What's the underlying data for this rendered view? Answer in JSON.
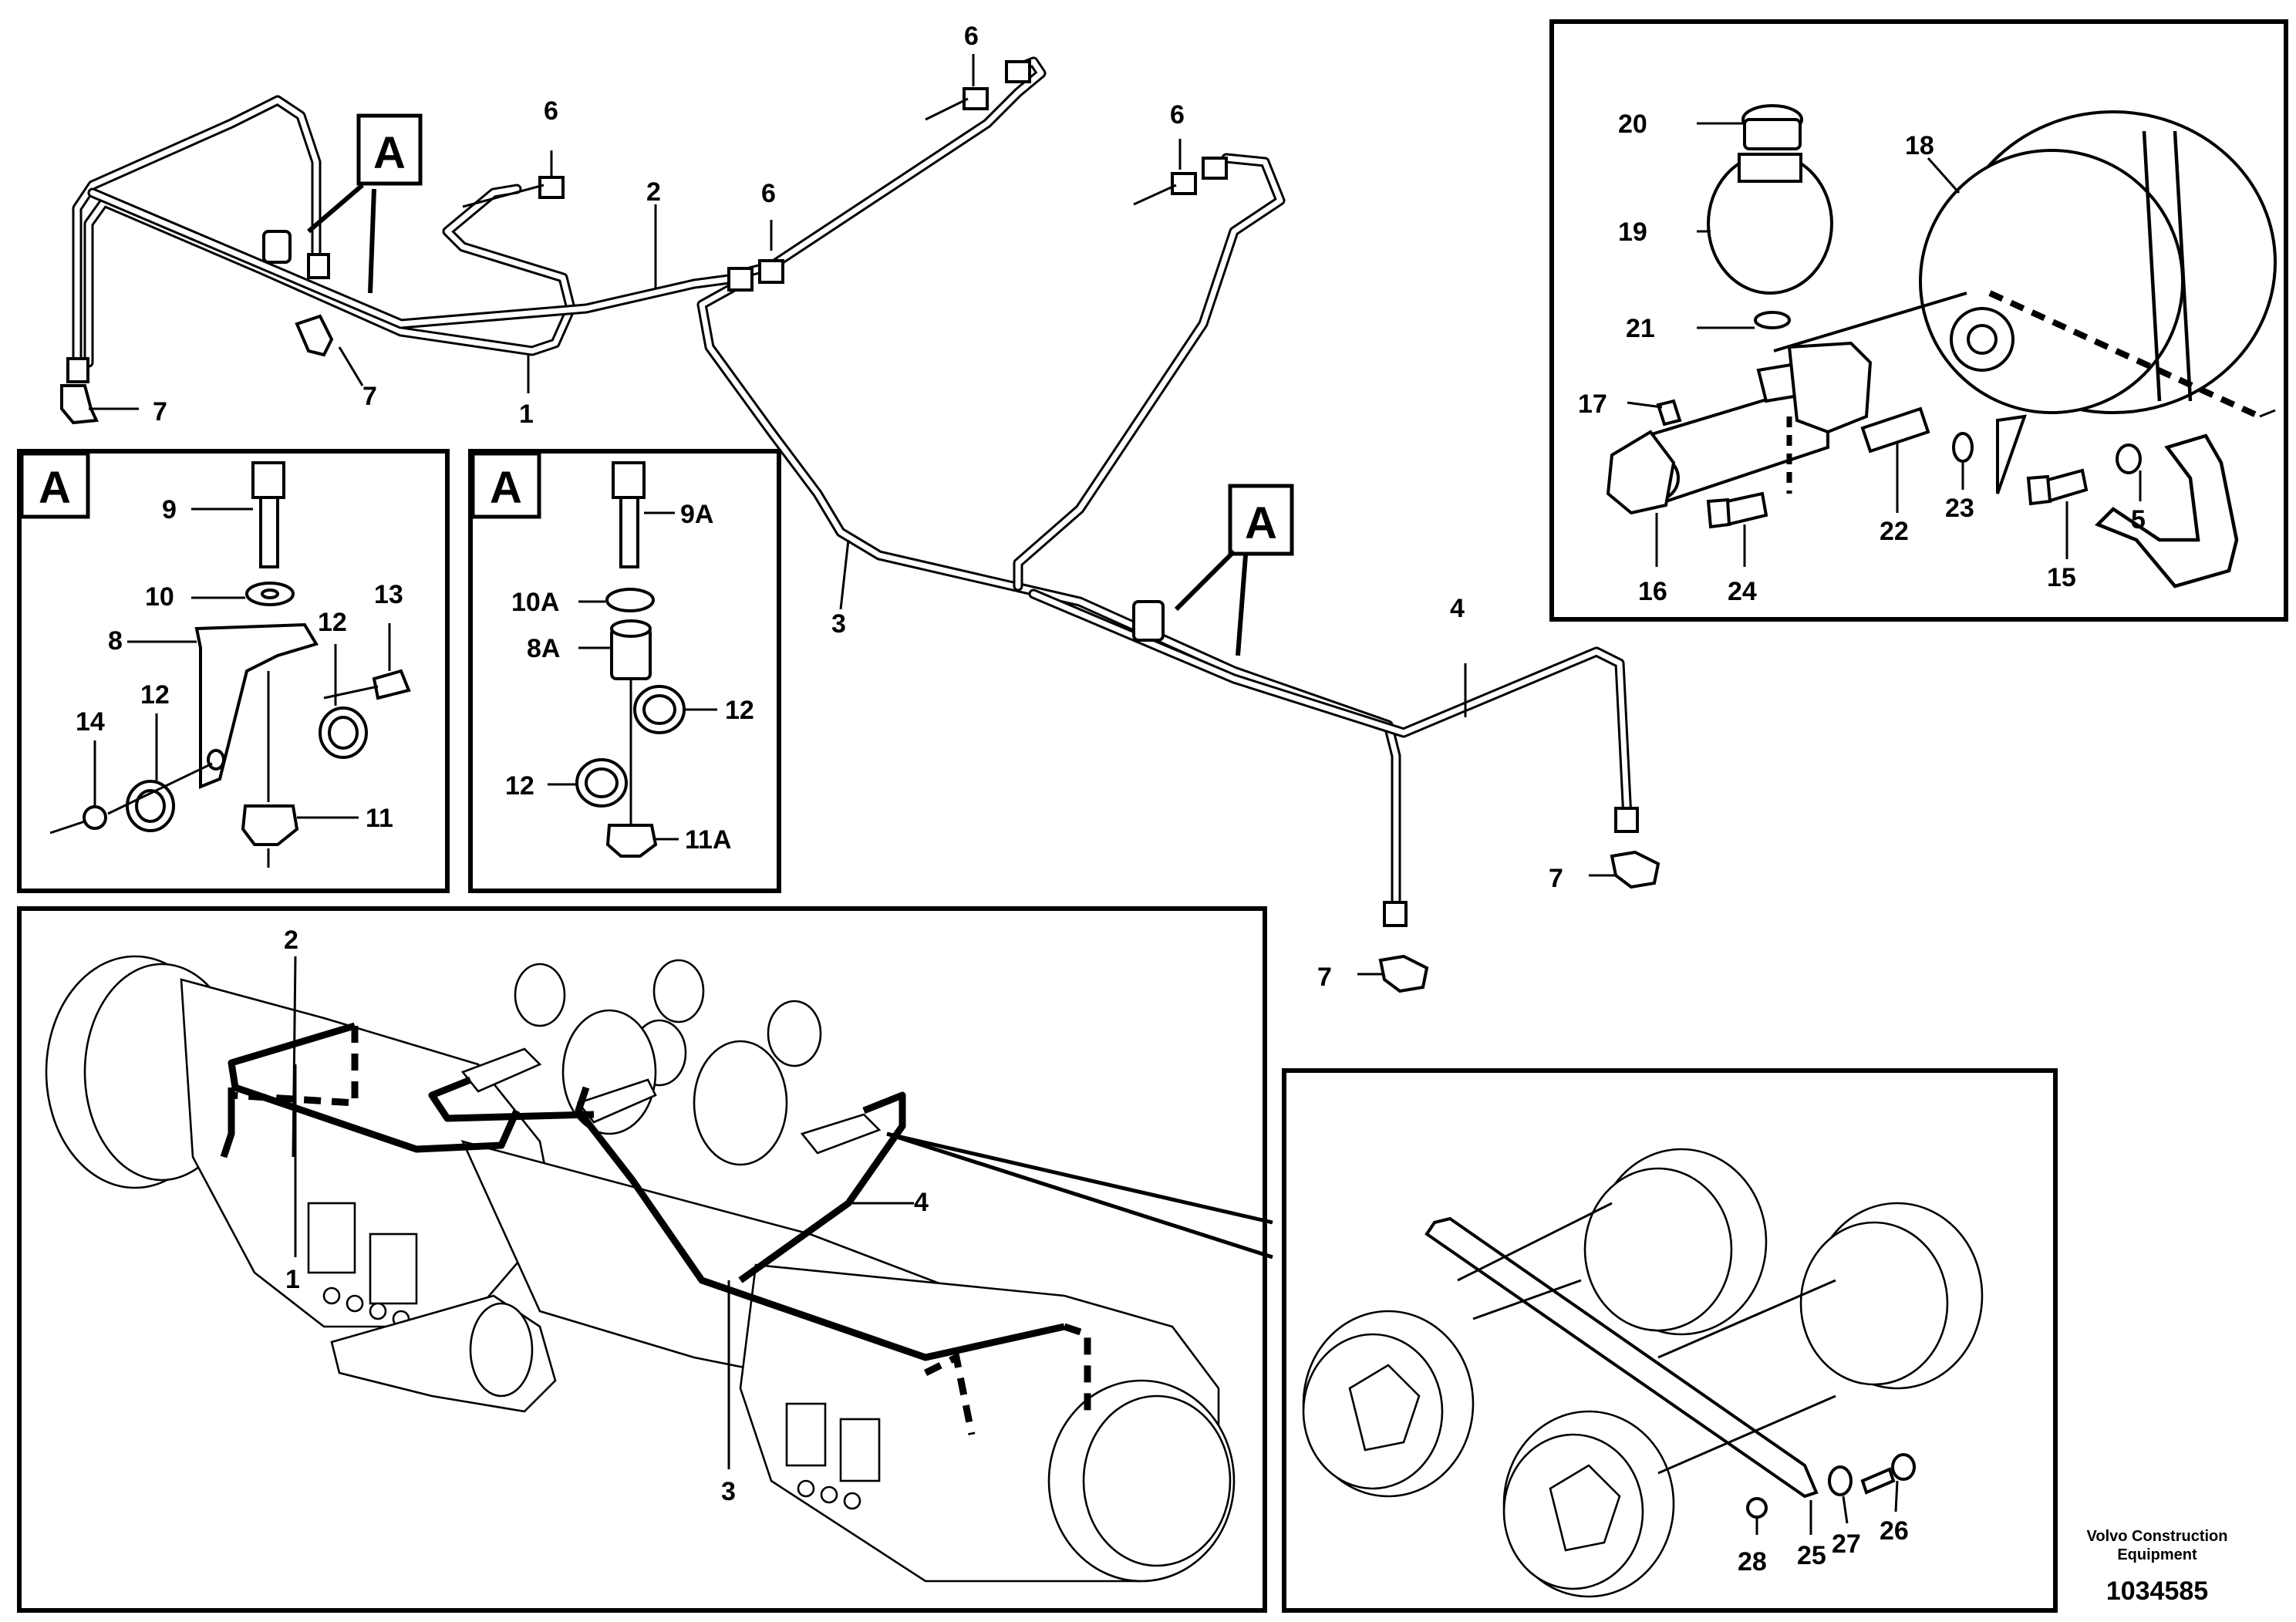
{
  "callouts": {
    "c1": "1",
    "c2": "2",
    "c3": "3",
    "c4": "4",
    "c5": "5",
    "c6": "6",
    "c7": "7",
    "c8": "8",
    "c8A": "8A",
    "c9": "9",
    "c9A": "9A",
    "c10": "10",
    "c10A": "10A",
    "c11": "11",
    "c11A": "11A",
    "c12": "12",
    "c13": "13",
    "c14": "14",
    "c15": "15",
    "c16": "16",
    "c17": "17",
    "c18": "18",
    "c19": "19",
    "c20": "20",
    "c21": "21",
    "c22": "22",
    "c23": "23",
    "c24": "24",
    "c25": "25",
    "c26": "26",
    "c27": "27",
    "c28": "28"
  },
  "detail_marker": "A",
  "footer": {
    "maker_line1": "Volvo Construction",
    "maker_line2": "Equipment",
    "drawing_number": "1034585"
  }
}
